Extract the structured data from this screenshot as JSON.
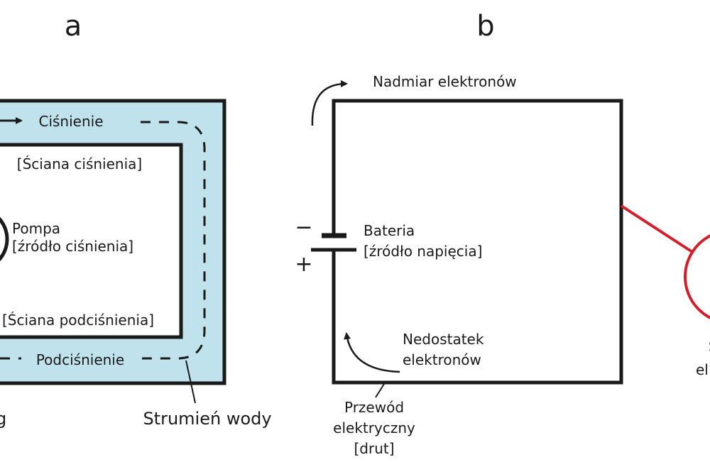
{
  "panel_a": {
    "letter": "a",
    "pressure_label": "Ciśnienie",
    "pressure_wall_label": "[Ściana ciśnienia]",
    "pump_label": "Pompa",
    "pump_source_label": "[źródło ciśnienia]",
    "vacuum_wall_label": "[Ściana podciśnienia]",
    "vacuum_label": "Podciśnienie",
    "water_flow_label": "Strumień wody",
    "cut_label": "g",
    "fill_color": "#bfe2ec"
  },
  "panel_b": {
    "letter": "b",
    "excess_label": "Nadmiar elektronów",
    "battery_label": "Bateria",
    "battery_source_label": "[źródło napięcia]",
    "minus_sign": "−",
    "plus_sign": "+",
    "deficit_label_line1": "Nedostatek",
    "deficit_label_line2": "elektronów",
    "wire_label_line1": "Przewód",
    "wire_label_line2": "elektryczny",
    "wire_label_line3": "[drut]",
    "cut_label_line1": "S",
    "cut_label_line2": "el",
    "accent_color": "#d0202c"
  }
}
